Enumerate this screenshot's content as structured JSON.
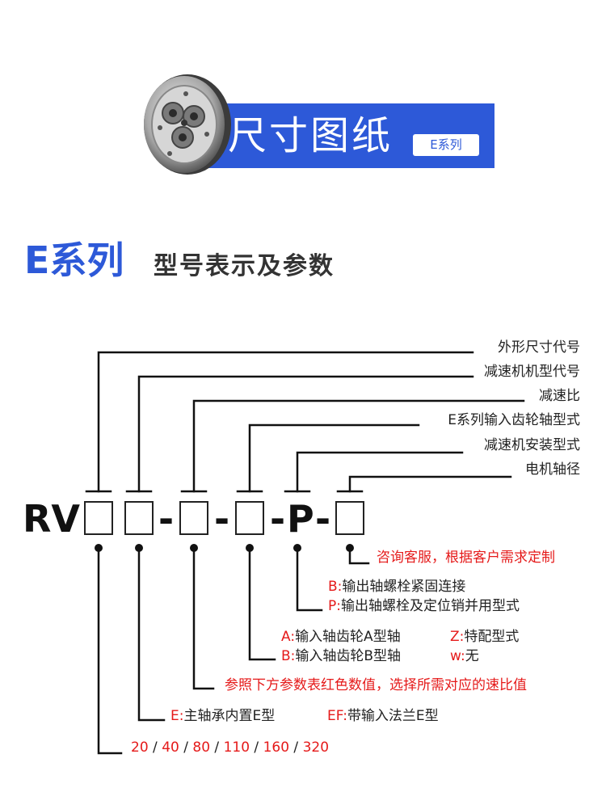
{
  "header": {
    "title": "尺寸图纸",
    "badge": "E系列",
    "product_icon": "rv-reducer-gear-icon",
    "accent_color": "#2d59d8"
  },
  "section": {
    "accent_title": "E系列",
    "subtitle": "型号表示及参数"
  },
  "model_code": {
    "prefix": "RV",
    "separator": "-",
    "fixed_letter": "P"
  },
  "top_labels": [
    "外形尺寸代号",
    "减速机机型代号",
    "减速比",
    "E系列输入齿轮轴型式",
    "减速机安装型式",
    "电机轴径"
  ],
  "bottom_notes": {
    "motor_shaft": "咨询客服，根据客户需求定制",
    "mount_b_key": "B:",
    "mount_b_text": "输出轴螺栓紧固连接",
    "mount_p_key": "P:",
    "mount_p_text": "输出轴螺栓及定位销并用型式",
    "gear_a_key": "A:",
    "gear_a_text": "输入轴齿轮A型轴",
    "gear_z_key": "Z:",
    "gear_z_text": "特配型式",
    "gear_b_key": "B:",
    "gear_b_text": "输入轴齿轮B型轴",
    "gear_w_key": "w:",
    "gear_w_text": "无",
    "ratio": "参照下方参数表红色数值，选择所需对应的速比值",
    "type_e_key": "E:",
    "type_e_text": "主轴承内置E型",
    "type_ef_key": "EF:",
    "type_ef_text": "带输入法兰E型",
    "sizes": [
      "20",
      "40",
      "80",
      "110",
      "160",
      "320"
    ],
    "size_sep": " / "
  },
  "colors": {
    "red": "#e51a1a",
    "line": "#111111"
  }
}
